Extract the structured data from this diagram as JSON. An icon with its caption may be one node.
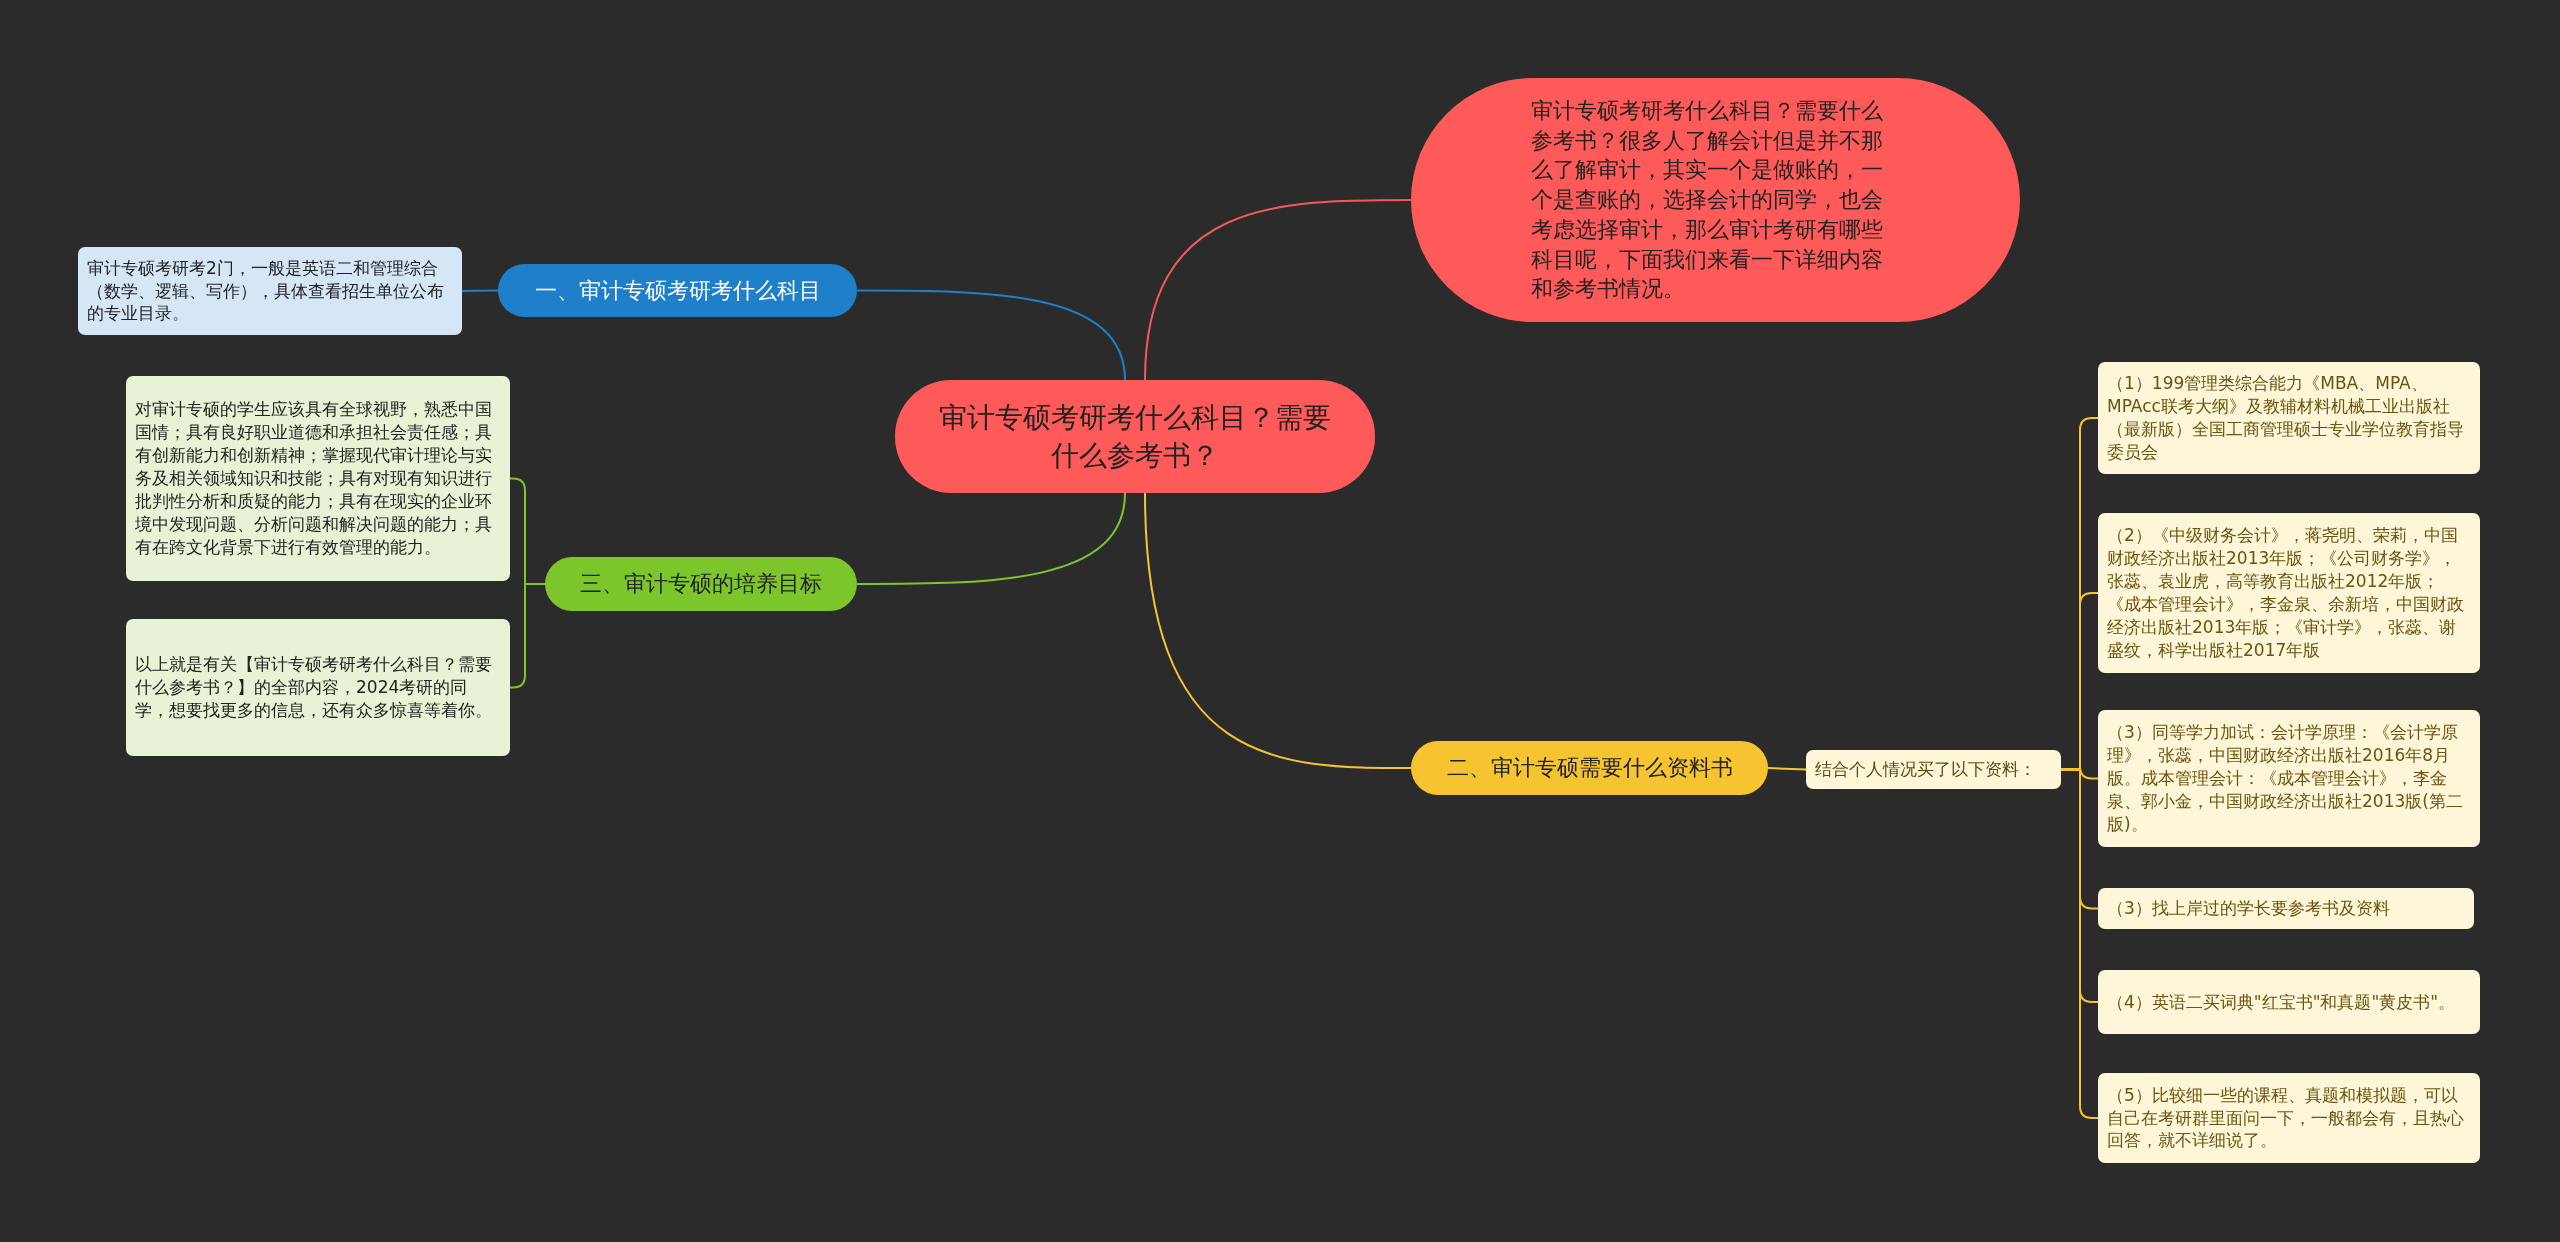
{
  "diagram": {
    "nodes": [
      {
        "text": [
          "审计专硕考研考什么科目？需要什么参考书？"
        ]
      },
      {
        "text": [
          "审计专硕考研考什么科目？需要什么参考书？很多人了解会计但是并不那么了解审计，其实一个是做账的，一个是查账的，选择会计的同学，也会考虑选择审计，那么审计考研有哪些科目呢，下面我们来看一下详细内容和参考书情况。"
        ]
      },
      {
        "text": [
          "一、审计专硕考研考什么科目"
        ]
      },
      {
        "text": [
          "审计专硕考研考2门，一般是英语二和管理综合（数学、逻辑、写作），具体查看招生单位公布的专业目录。"
        ]
      },
      {
        "text": [
          "三、审计专硕的培养目标"
        ]
      },
      {
        "text": [
          "对审计专硕的学生应该具有全球视野，熟悉中国国情；具有良好职业道德和承担社会责任感；具有创新能力和创新精神；掌握现代审计理论与实务及相关领域知识和技能；具有对现有知识进行批判性分析和质疑的能力；具有在现实的企业环境中发现问题、分析问题和解决问题的能力；具有在跨文化背景下进行有效管理的能力。"
        ]
      },
      {
        "text": [
          "以上就是有关【审计专硕考研考什么科目？需要什么参考书？】的全部内容，2024考研的同学，想要找更多的信息，还有众多惊喜等着你。"
        ]
      },
      {
        "text": [
          "二、审计专硕需要什么资料书"
        ]
      },
      {
        "text": [
          "结合个人情况买了以下资料："
        ]
      },
      {
        "text": [
          "（1）199管理类综合能力《MBA、MPA、MPAcc联考大纲》及教辅材料机械工业出版社（最新版）全国工商管理硕士专业学位教育指导委员会"
        ]
      },
      {
        "text": [
          "（2）《中级财务会计》，蒋尧明、荣莉，中国财政经济出版社2013年版；《公司财务学》，张蕊、袁业虎，高等教育出版社2012年版；《成本管理会计》，李金泉、余新培，中国财政经济出版社2013年版；《审计学》，张蕊、谢盛纹，科学出版社2017年版"
        ]
      },
      {
        "text": [
          "（3）同等学力加试：会计学原理：《会计学原理》，张蕊，中国财政经济出版社2016年8月版。成本管理会计：《成本管理会计》，李金泉、郭小金，中国财政经济出版社2013版(第二版)。"
        ]
      },
      {
        "text": [
          "（3）找上岸过的学长要参考书及资料"
        ]
      },
      {
        "text": [
          "（4）英语二买词典\"红宝书\"和真题\"黄皮书\"。"
        ]
      },
      {
        "text": [
          "（5）比较细一些的课程、真题和模拟题，可以自己在考研群里面问一下，一般都会有，且热心回答，就不详细说了。"
        ]
      }
    ],
    "edges": [
      {
        "from": 0,
        "to": 1,
        "arrow": "none",
        "color": "#f25a5a"
      },
      {
        "from": 0,
        "to": 2,
        "arrow": "none",
        "color": "#1f7fc9"
      },
      {
        "from": 2,
        "to": 3,
        "arrow": "none",
        "color": "#1f7fc9"
      },
      {
        "from": 0,
        "to": 4,
        "arrow": "none",
        "color": "#7cc62c"
      },
      {
        "from": 4,
        "to": 5,
        "arrow": "none",
        "color": "#7cc62c"
      },
      {
        "from": 4,
        "to": 6,
        "arrow": "none",
        "color": "#7cc62c"
      },
      {
        "from": 0,
        "to": 7,
        "arrow": "none"
      },
      {
        "from": 7,
        "to": 8,
        "arrow": "none"
      },
      {
        "from": 8,
        "to": 9,
        "arrow": "none"
      },
      {
        "from": 8,
        "to": 10,
        "arrow": "none"
      },
      {
        "from": 8,
        "to": 11,
        "arrow": "none"
      },
      {
        "from": 8,
        "to": 12,
        "arrow": "none"
      },
      {
        "from": 8,
        "to": 13,
        "arrow": "none"
      },
      {
        "from": 8,
        "to": 14,
        "arrow": "none"
      }
    ]
  }
}
